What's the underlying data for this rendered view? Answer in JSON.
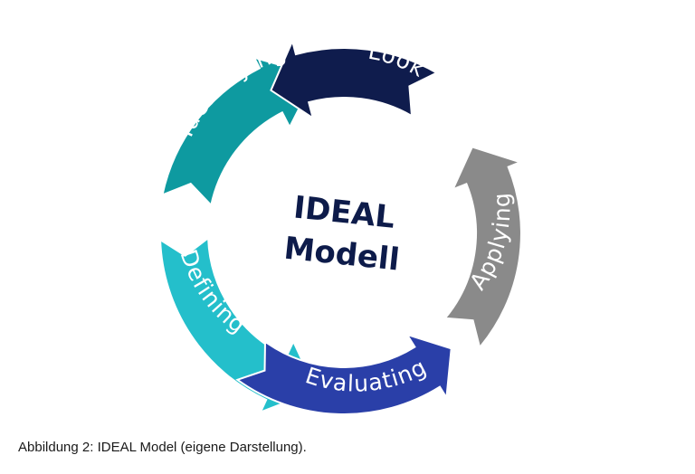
{
  "diagram": {
    "center": {
      "line1": "IDEAL",
      "line2": "Modell"
    },
    "stages": [
      {
        "label": "Identifying",
        "color": "#0e9aa0"
      },
      {
        "label": "Defining",
        "color": "#24bfcb"
      },
      {
        "label": "Evaluating",
        "color": "#2a3fa8"
      },
      {
        "label": "Applying",
        "color": "#8a8a8a"
      },
      {
        "label": "Look back",
        "color": "#0f1c4d"
      }
    ]
  },
  "caption": "Abbildung 2: IDEAL Model (eigene Darstellung)."
}
